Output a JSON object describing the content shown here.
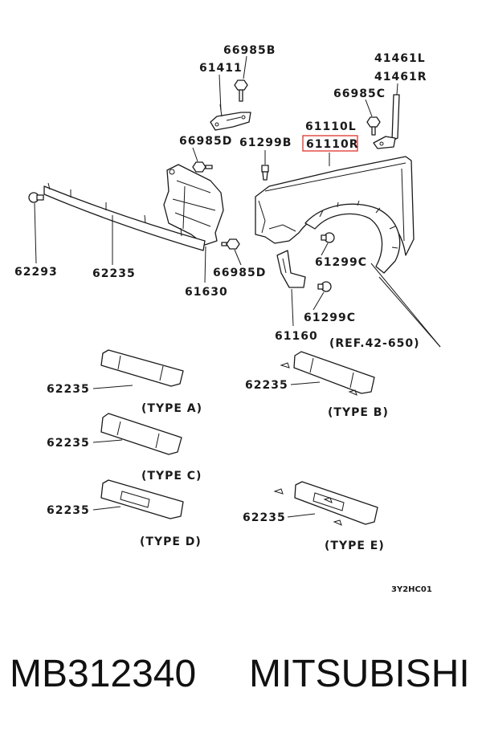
{
  "parts": {
    "bolt_66985b": "66985B",
    "bracket_61411": "61411",
    "bracket_41461l": "41461L",
    "bracket_41461r": "41461R",
    "bolt_66985c": "66985C",
    "fender_61110l": "61110L",
    "fender_61110r": "61110R",
    "bolt_66985d_upper": "66985D",
    "clip_61299b": "61299B",
    "clip_62293": "62293",
    "moulding_62235": "62235",
    "shield_61630": "61630",
    "bolt_66985d_lower": "66985D",
    "clip_61299c_upper": "61299C",
    "clip_61299c_lower": "61299C",
    "bracket_61160": "61160",
    "reference": "(REF.42-650)"
  },
  "variants": [
    {
      "part": "62235",
      "type": "(TYPE A)"
    },
    {
      "part": "62235",
      "type": "(TYPE B)"
    },
    {
      "part": "62235",
      "type": "(TYPE C)"
    },
    {
      "part": "62235",
      "type": "(TYPE D)"
    },
    {
      "part": "62235",
      "type": "(TYPE E)"
    }
  ],
  "diagram_code": "3Y2HC01",
  "footer": {
    "part_number": "MB312340",
    "brand": "MITSUBISHI"
  },
  "colors": {
    "highlight": "#e0413a",
    "line": "#1a1a1a",
    "background": "#ffffff"
  }
}
